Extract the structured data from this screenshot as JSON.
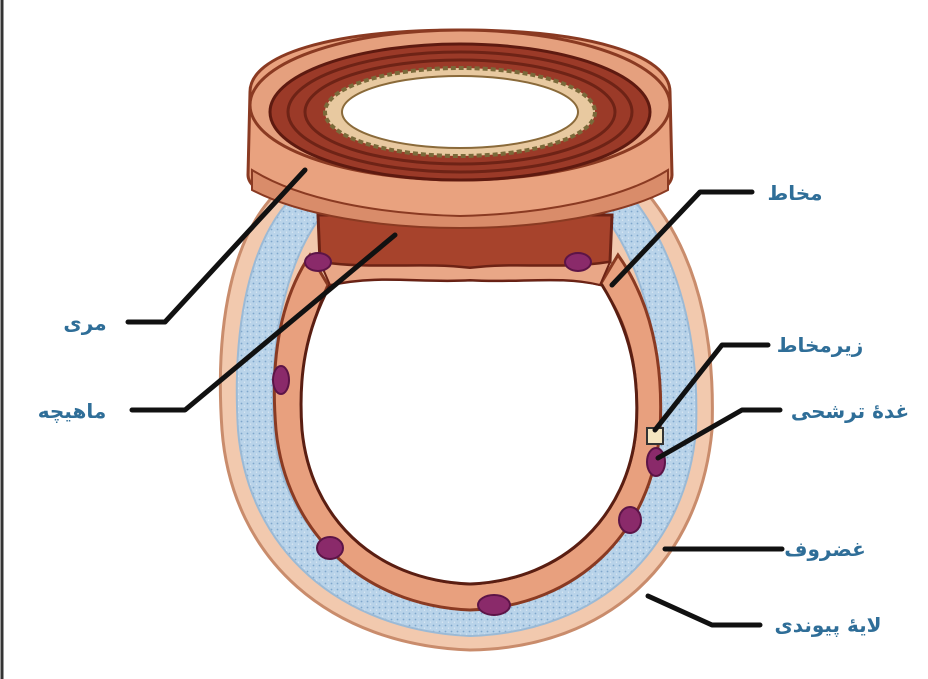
{
  "labels": {
    "esophagus": "مری",
    "muscle": "ماهیچه",
    "mucosa": "مخاط",
    "submucosa": "زیرمخاط",
    "secretory_gland": "غدهٔ ترشحی",
    "cartilage": "غضروف",
    "connective_layer": "لایهٔ پیوندی"
  },
  "colors": {
    "esophagus_outer": "#e9a27f",
    "esophagus_muscle": "#9b3a28",
    "muscle_band": "#8e2f1f",
    "mucosa": "#e8a07e",
    "cartilage": "#b5cfe6",
    "connective": "#f0c3a8",
    "gland": "#8a2a6a",
    "label_text": "#2f6e98",
    "leader_line": "#111111"
  }
}
